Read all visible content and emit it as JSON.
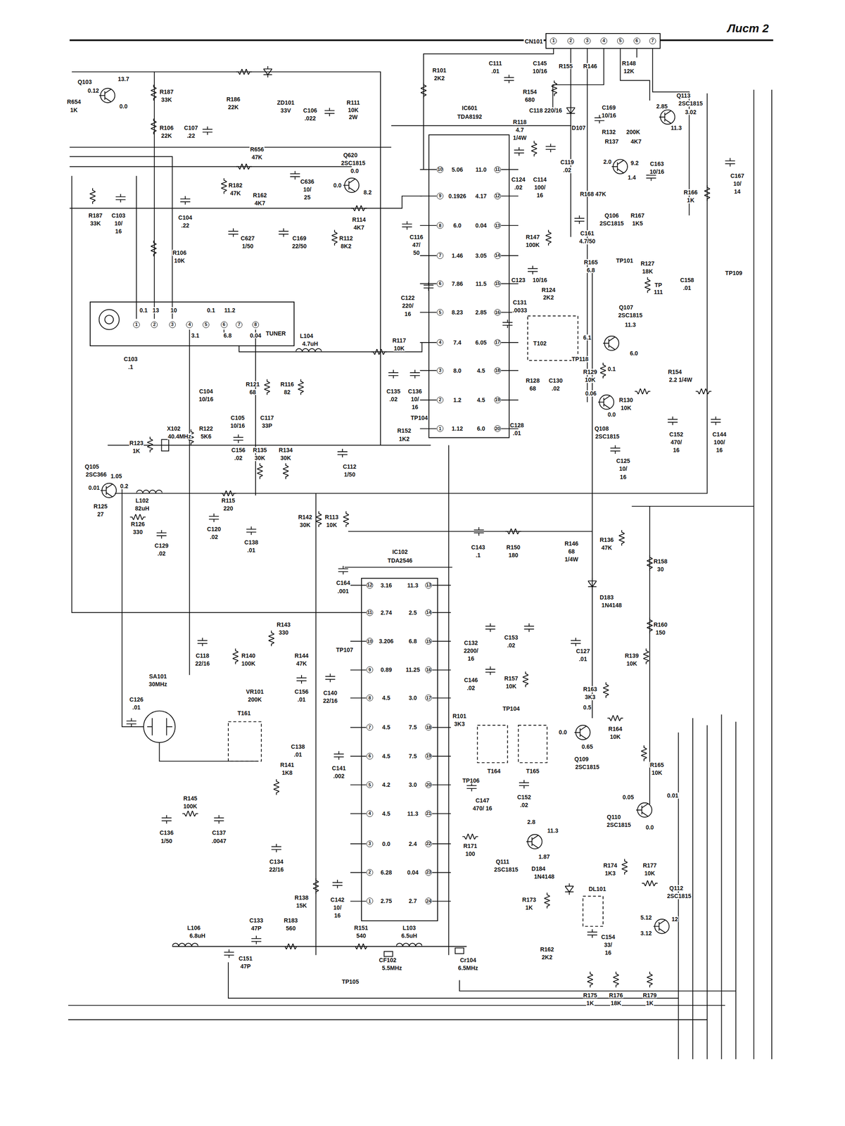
{
  "diagram": {
    "title": "Лист 2",
    "nodes": [
      {
        "text": [
          "CN101"
        ]
      },
      {
        "text": [
          "IC601",
          "TDA8192"
        ]
      },
      {
        "text": [
          "TUNER"
        ]
      },
      {
        "text": [
          "IC102",
          "TDA2546"
        ]
      }
    ],
    "edges": [
      {
        "from": 2,
        "to": 1,
        "arrow": "none"
      }
    ],
    "labels": [
      "Q103",
      "0.12",
      "13.7",
      "0.0",
      "R654",
      "1K",
      "R187",
      "33K",
      "R186",
      "22K",
      "ZD101",
      "33V",
      "R111",
      "10K",
      "2W",
      "C106",
      ".022",
      "R106",
      "22K",
      "C107",
      ".22",
      "R656",
      "47K",
      "Q620",
      "2SC1815",
      "0.0",
      "0.0",
      "8.2",
      "C636",
      "10/",
      "25",
      "R182",
      "47K",
      "R162",
      "4K7",
      "R187",
      "33K",
      "C103",
      "10/",
      "16",
      "C104",
      ".22",
      "R114",
      "4K7",
      "R106",
      "10K",
      "C627",
      "1/50",
      "C169",
      "22/50",
      "R112",
      "8K2",
      "C116",
      "47/",
      "50",
      "C122",
      "220/",
      "16",
      "1",
      "2",
      "3",
      "4",
      "5",
      "6",
      "7",
      "R101",
      "2K2",
      "C111",
      ".01",
      "C145",
      "10/16",
      "R155",
      "R146",
      "R148",
      "12K",
      "R154",
      "680",
      "D107",
      "C169",
      "10/16",
      "Q113",
      "2SC1815",
      "2.85",
      "3.02",
      "11.3",
      "C118 220/16",
      "R118",
      "4.7",
      "1/4W",
      "R132",
      "200K",
      "R137",
      "4K7",
      "2.0",
      "9.2",
      "1.4",
      "R168 47K",
      "Q106",
      "2SC1815",
      "R167",
      "1K5",
      "C124",
      ".02",
      "C114",
      "100/",
      "16",
      "C119",
      ".02",
      "C163",
      "10/16",
      "R166",
      "1K",
      "C167",
      "10/",
      "14",
      "R147",
      "100K",
      "C161",
      "4.7/50",
      "R165",
      "6.8",
      "TP101",
      "R127",
      "18K",
      "TP109",
      "C158",
      ".01",
      "TP",
      "111",
      "C123",
      "10/16",
      "R124",
      "2K2",
      "C131",
      ".0033",
      "Q107",
      "2SC1815",
      "11.3",
      "6.1",
      "6.0",
      "TP118",
      "T102",
      "R129",
      "10K",
      "0.1",
      "R154",
      "2.2 1/4W",
      "R128",
      "68",
      "C130",
      ".02",
      "0.06",
      "R130",
      "10K",
      "0.0",
      "Q108",
      "2SC1815",
      "C152",
      "470/",
      "16",
      "C144",
      "100/",
      "16",
      "C125",
      "10/",
      "16",
      "C128",
      ".01",
      "TP104",
      "R152",
      "1K2",
      "C135",
      ".02",
      "C136",
      "10/",
      "16",
      "R117",
      "10K",
      "L104",
      "4.7uH",
      "1",
      "2",
      "3",
      "4",
      "5",
      "6",
      "7",
      "8",
      "0.1",
      "13",
      "10",
      "3.1",
      "0.1",
      "11.2",
      "6.8",
      "0.04",
      "C103",
      ".1",
      "C104",
      "10/16",
      "C105",
      "10/16",
      "R121",
      "68",
      "R116",
      "82",
      "C117",
      "33P",
      "X102",
      "40.4MHz",
      "R122",
      "5K6",
      "R123",
      "1K",
      "C156",
      ".02",
      "R135",
      "30K",
      "R134",
      "30K",
      "C112",
      "1/50",
      "Q105",
      "2SC366",
      "1.05",
      "0.01",
      "0.2",
      "L102",
      "82uH",
      "R115",
      "220",
      "R125",
      "27",
      "R126",
      "330",
      "C129",
      ".02",
      "C120",
      ".02",
      "C138",
      ".01",
      "R142",
      "30K",
      "R113",
      "10K",
      "C143",
      ".1",
      "R150",
      "180",
      "R146",
      "68",
      "1/4W",
      "R136",
      "47K",
      "D183",
      "1N4148",
      "R158",
      "30",
      "R160",
      "150",
      "10",
      "9",
      "8",
      "7",
      "6",
      "5",
      "4",
      "3",
      "2",
      "1",
      "5.06",
      "0.1926",
      "6.0",
      "1.46",
      "7.86",
      "8.23",
      "7.4",
      "8.0",
      "1.2",
      "1.12",
      "11",
      "12",
      "13",
      "14",
      "15",
      "16",
      "17",
      "18",
      "19",
      "20",
      "11.0",
      "4.17",
      "0.04",
      "3.05",
      "11.5",
      "2.85",
      "6.05",
      "4.5",
      "4.5",
      "6.0",
      "12",
      "11",
      "10",
      "9",
      "8",
      "7",
      "6",
      "5",
      "4",
      "3",
      "2",
      "1",
      "3.16",
      "2.74",
      "3.206",
      "0.89",
      "4.5",
      "4.5",
      "4.5",
      "4.2",
      "4.5",
      "0.0",
      "6.28",
      "2.75",
      "11.3",
      "2.5",
      "6.8",
      "11.25",
      "3.0",
      "7.5",
      "7.5",
      "3.0",
      "11.3",
      "2.4",
      "0.04",
      "2.7",
      "13",
      "14",
      "15",
      "16",
      "17",
      "18",
      "19",
      "20",
      "21",
      "22",
      "23",
      "24",
      "C164",
      ".001",
      "R143",
      "330",
      "R140",
      "100K",
      "C118",
      "22/16",
      "R144",
      "47K",
      "TP107",
      "C140",
      "22/16",
      "VR101",
      "200K",
      "C156",
      ".01",
      "C132",
      "2200/",
      "16",
      "C153",
      ".02",
      "C146",
      ".02",
      "R157",
      "10K",
      "R101",
      "3K3",
      "TP104",
      "T164",
      "T165",
      "TP106",
      "SA101",
      "30MHz",
      "C126",
      ".01",
      "T161",
      "C138",
      ".01",
      "R141",
      "1K8",
      "C141",
      ".002",
      "C147",
      "470/ 16",
      "C152",
      ".02",
      "R145",
      "100K",
      "C136",
      "1/50",
      "C137",
      ".0047",
      "C134",
      "22/16",
      "R138",
      "15K",
      "C142",
      "10/",
      "16",
      "Q111",
      "2SC1815",
      "2.8",
      "11.3",
      "1.87",
      "R171",
      "100",
      "D184",
      "1N4148",
      "R173",
      "1K",
      "R162",
      "2K2",
      "R151",
      "540",
      "L103",
      "6.5uH",
      "CF102",
      "5.5MHz",
      "TP105",
      "Cr104",
      "6.5MHz",
      "L106",
      "6.8uH",
      "C133",
      "47P",
      "R183",
      "560",
      "C151",
      "47P",
      "R174",
      "1K3",
      "R177",
      "10K",
      "DL101",
      "Q112",
      "2SC1815",
      "5.12",
      "3.12",
      "12",
      "C154",
      "33/",
      "16",
      "R175",
      "1K",
      "R176",
      "18K",
      "R179",
      "1K",
      "C127",
      ".01",
      "R139",
      "10K",
      "R163",
      "3K3",
      "R164",
      "10K",
      "0.5",
      "0.0",
      "0.65",
      "Q109",
      "2SC1815",
      "R165",
      "10K",
      "0.05",
      "0.01",
      "0.0",
      "Q110",
      "2SC1815"
    ]
  }
}
